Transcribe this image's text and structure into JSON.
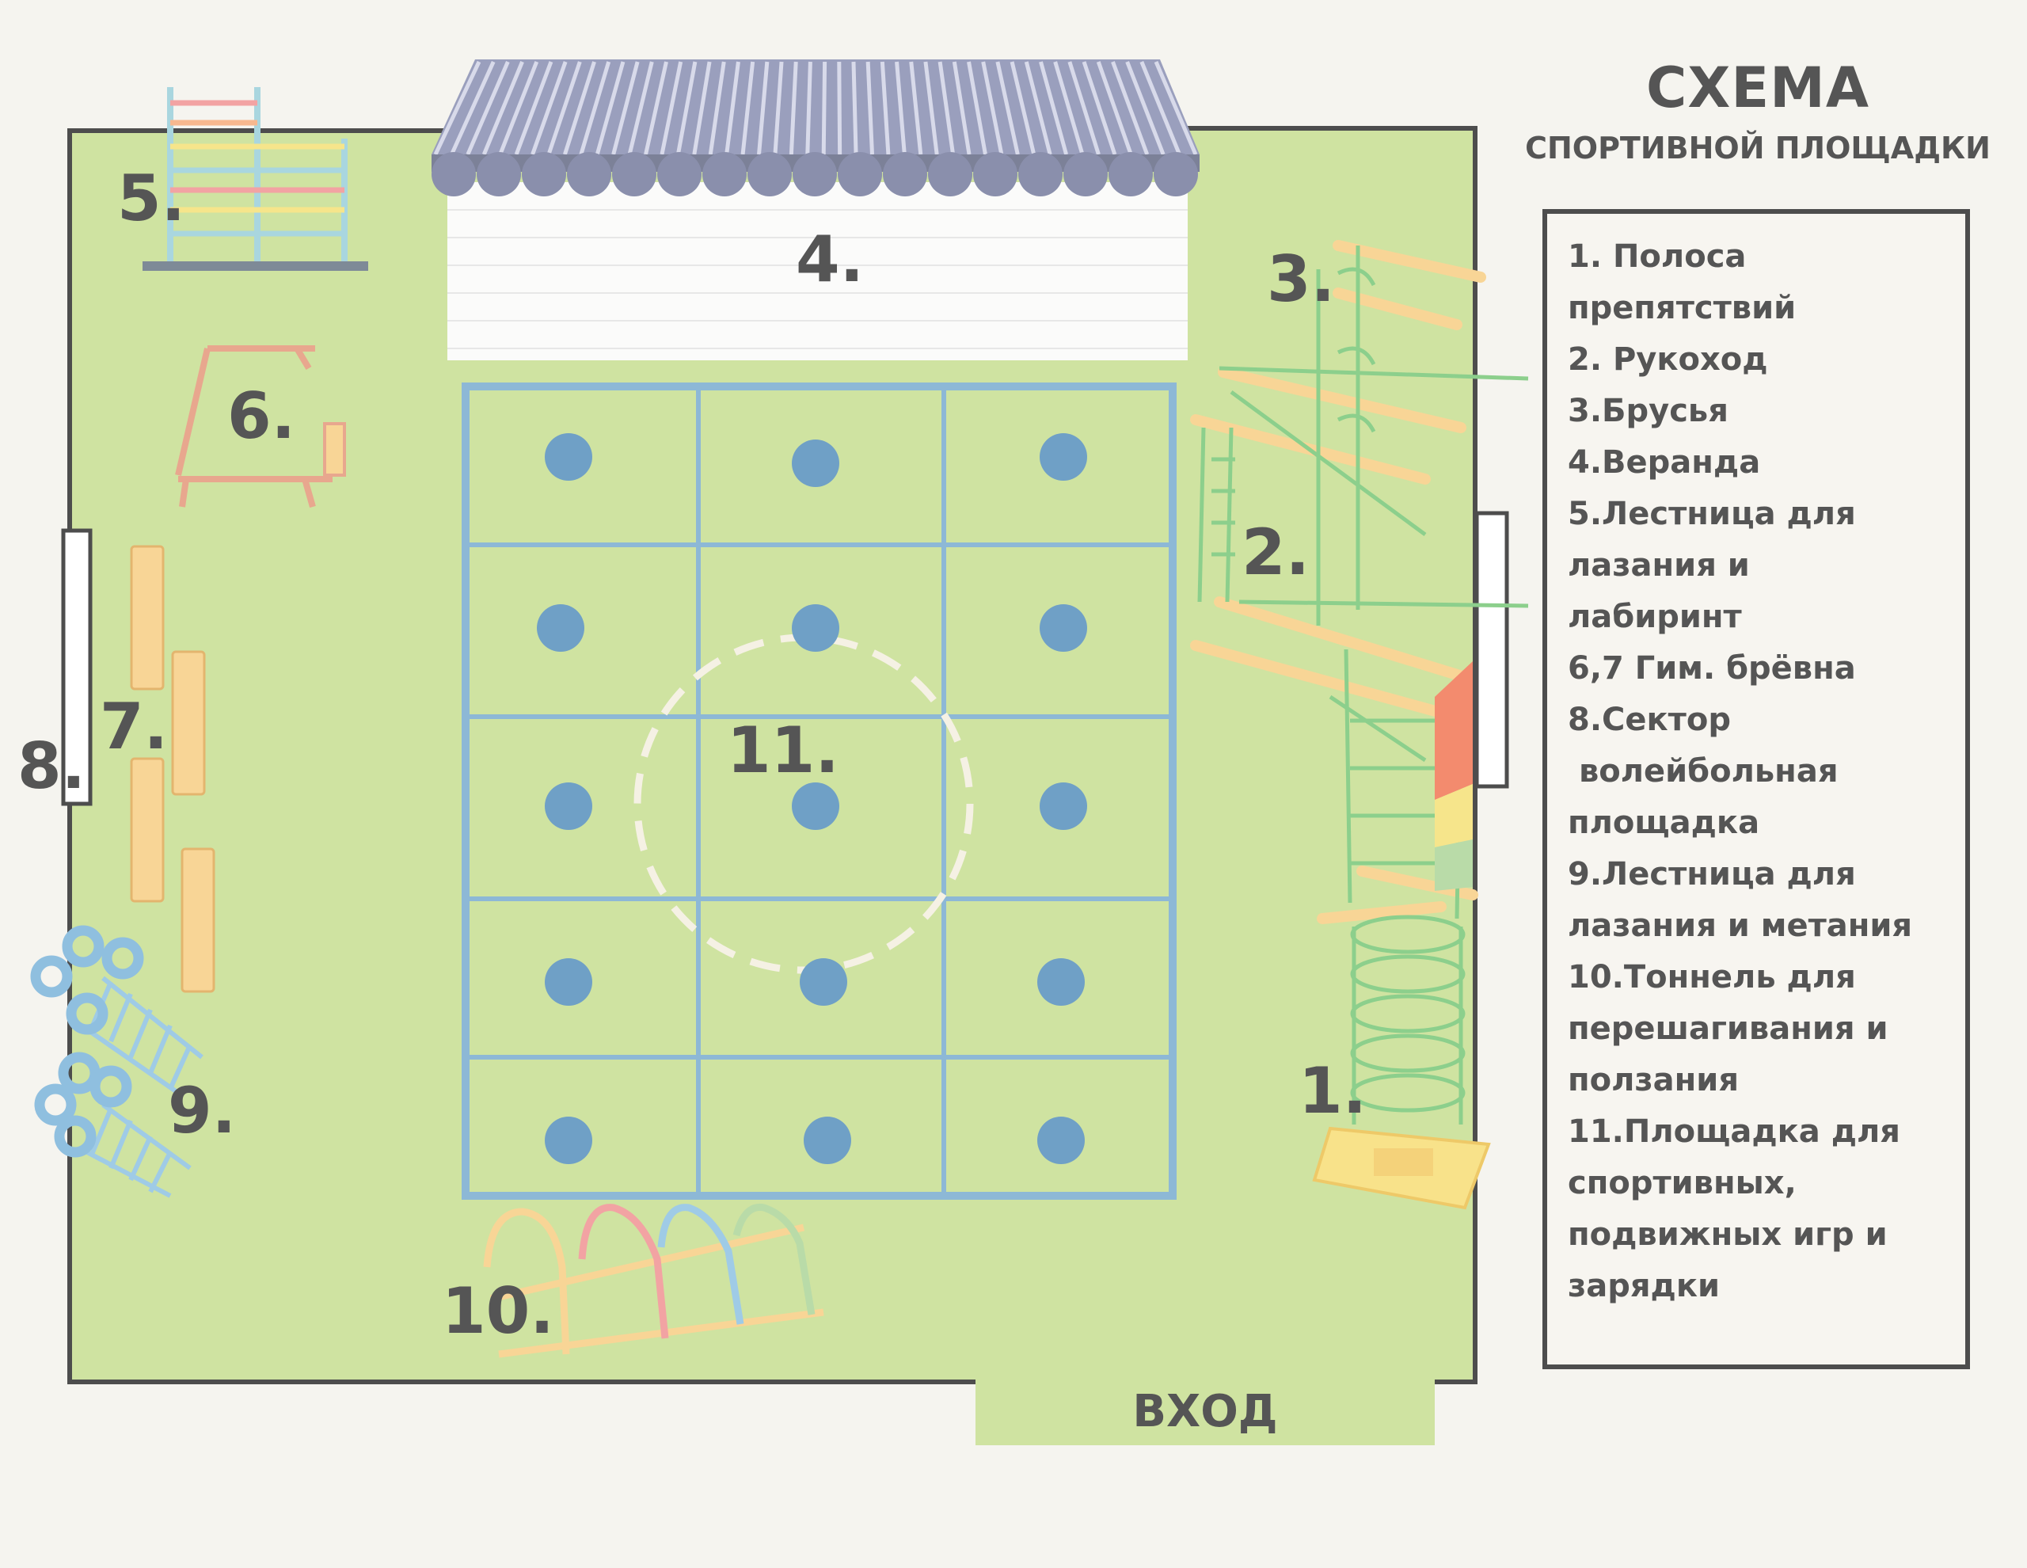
{
  "header": {
    "title": "СХЕМА",
    "subtitle": "СПОРТИВНОЙ ПЛОЩАДКИ"
  },
  "entrance_label": "ВХОД",
  "map_numbers": {
    "n1": "1.",
    "n2": "2.",
    "n3": "3.",
    "n4": "4.",
    "n5": "5.",
    "n6": "6.",
    "n7": "7.",
    "n8": "8.",
    "n9": "9.",
    "n10": "10.",
    "n11": "11."
  },
  "legend": [
    "1. Полоса\nпрепятствий",
    "2. Рукоход",
    "3.Брусья",
    "4.Веранда",
    "5.Лестница для\nлазания и\nлабиринт",
    "6,7 Гим. брёвна",
    "8.Сектор\n волейбольная\nплощадка",
    "9.Лестница для\nлазания и метания",
    "10.Тоннель для\nперешагивания и\nползания",
    "11.Площадка для\nспортивных,\nподвижных игр и\nзарядки"
  ],
  "colors": {
    "grass": "#cfe3a1",
    "wall": "#4d4d4d",
    "grid": "#8db8d6",
    "dot": "#6fa0c6",
    "canopy": "#9a9fbd",
    "log": "#f8d596",
    "text": "#555555"
  }
}
